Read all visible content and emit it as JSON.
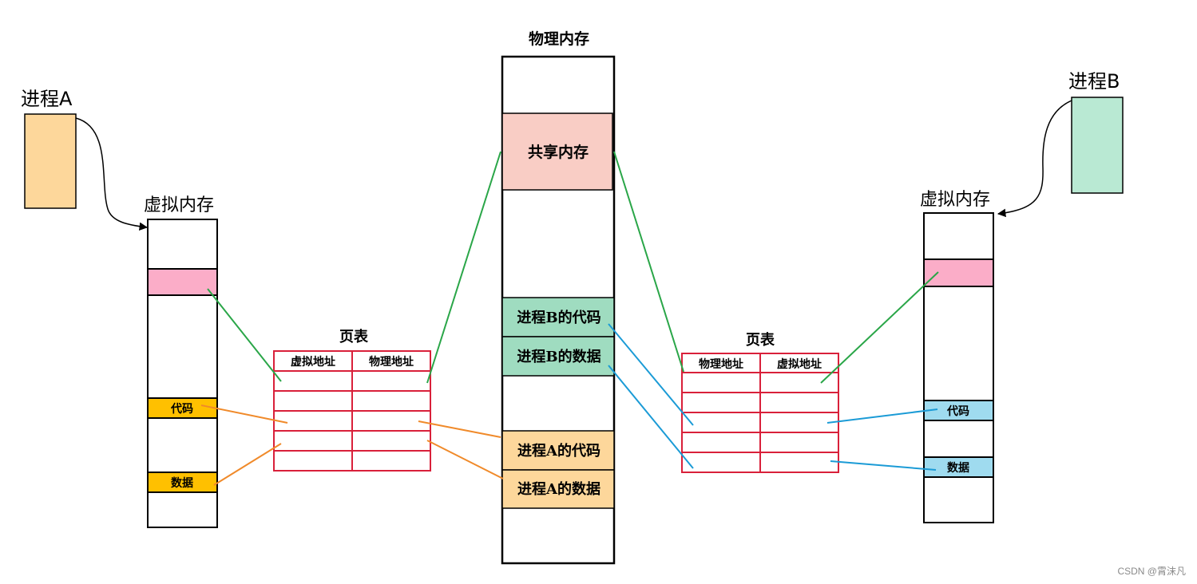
{
  "processA": {
    "label": "进程A",
    "color": "#fdd79b"
  },
  "processB": {
    "label": "进程B",
    "color": "#b9e9d3"
  },
  "virtualMemoryLabel": "虚拟内存",
  "physicalMemory": {
    "title": "物理内存",
    "shared": "共享内存",
    "bCode": "进程B的代码",
    "bData": "进程B的数据",
    "aCode": "进程A的代码",
    "aData": "进程A的数据"
  },
  "virtualA": {
    "code": "代码",
    "data": "数据"
  },
  "virtualB": {
    "code": "代码",
    "data": "数据"
  },
  "pageTableLeft": {
    "title": "页表",
    "col1": "虚拟地址",
    "col2": "物理地址"
  },
  "pageTableRight": {
    "title": "页表",
    "col1": "物理地址",
    "col2": "虚拟地址"
  },
  "colors": {
    "shared": "#f9cdc5",
    "sharedVirtual": "#fbadc8",
    "greenBlock": "#9fdcc0",
    "orangeBlock": "#fdd79b",
    "codeA": "#ffc000",
    "codeB": "#9fdbef",
    "tableBorder": "#d9203a",
    "lineGreen": "#2aa648",
    "lineOrange": "#f08a2a",
    "lineBlue": "#1b9bd6"
  },
  "watermark": "CSDN @霄沫凡"
}
